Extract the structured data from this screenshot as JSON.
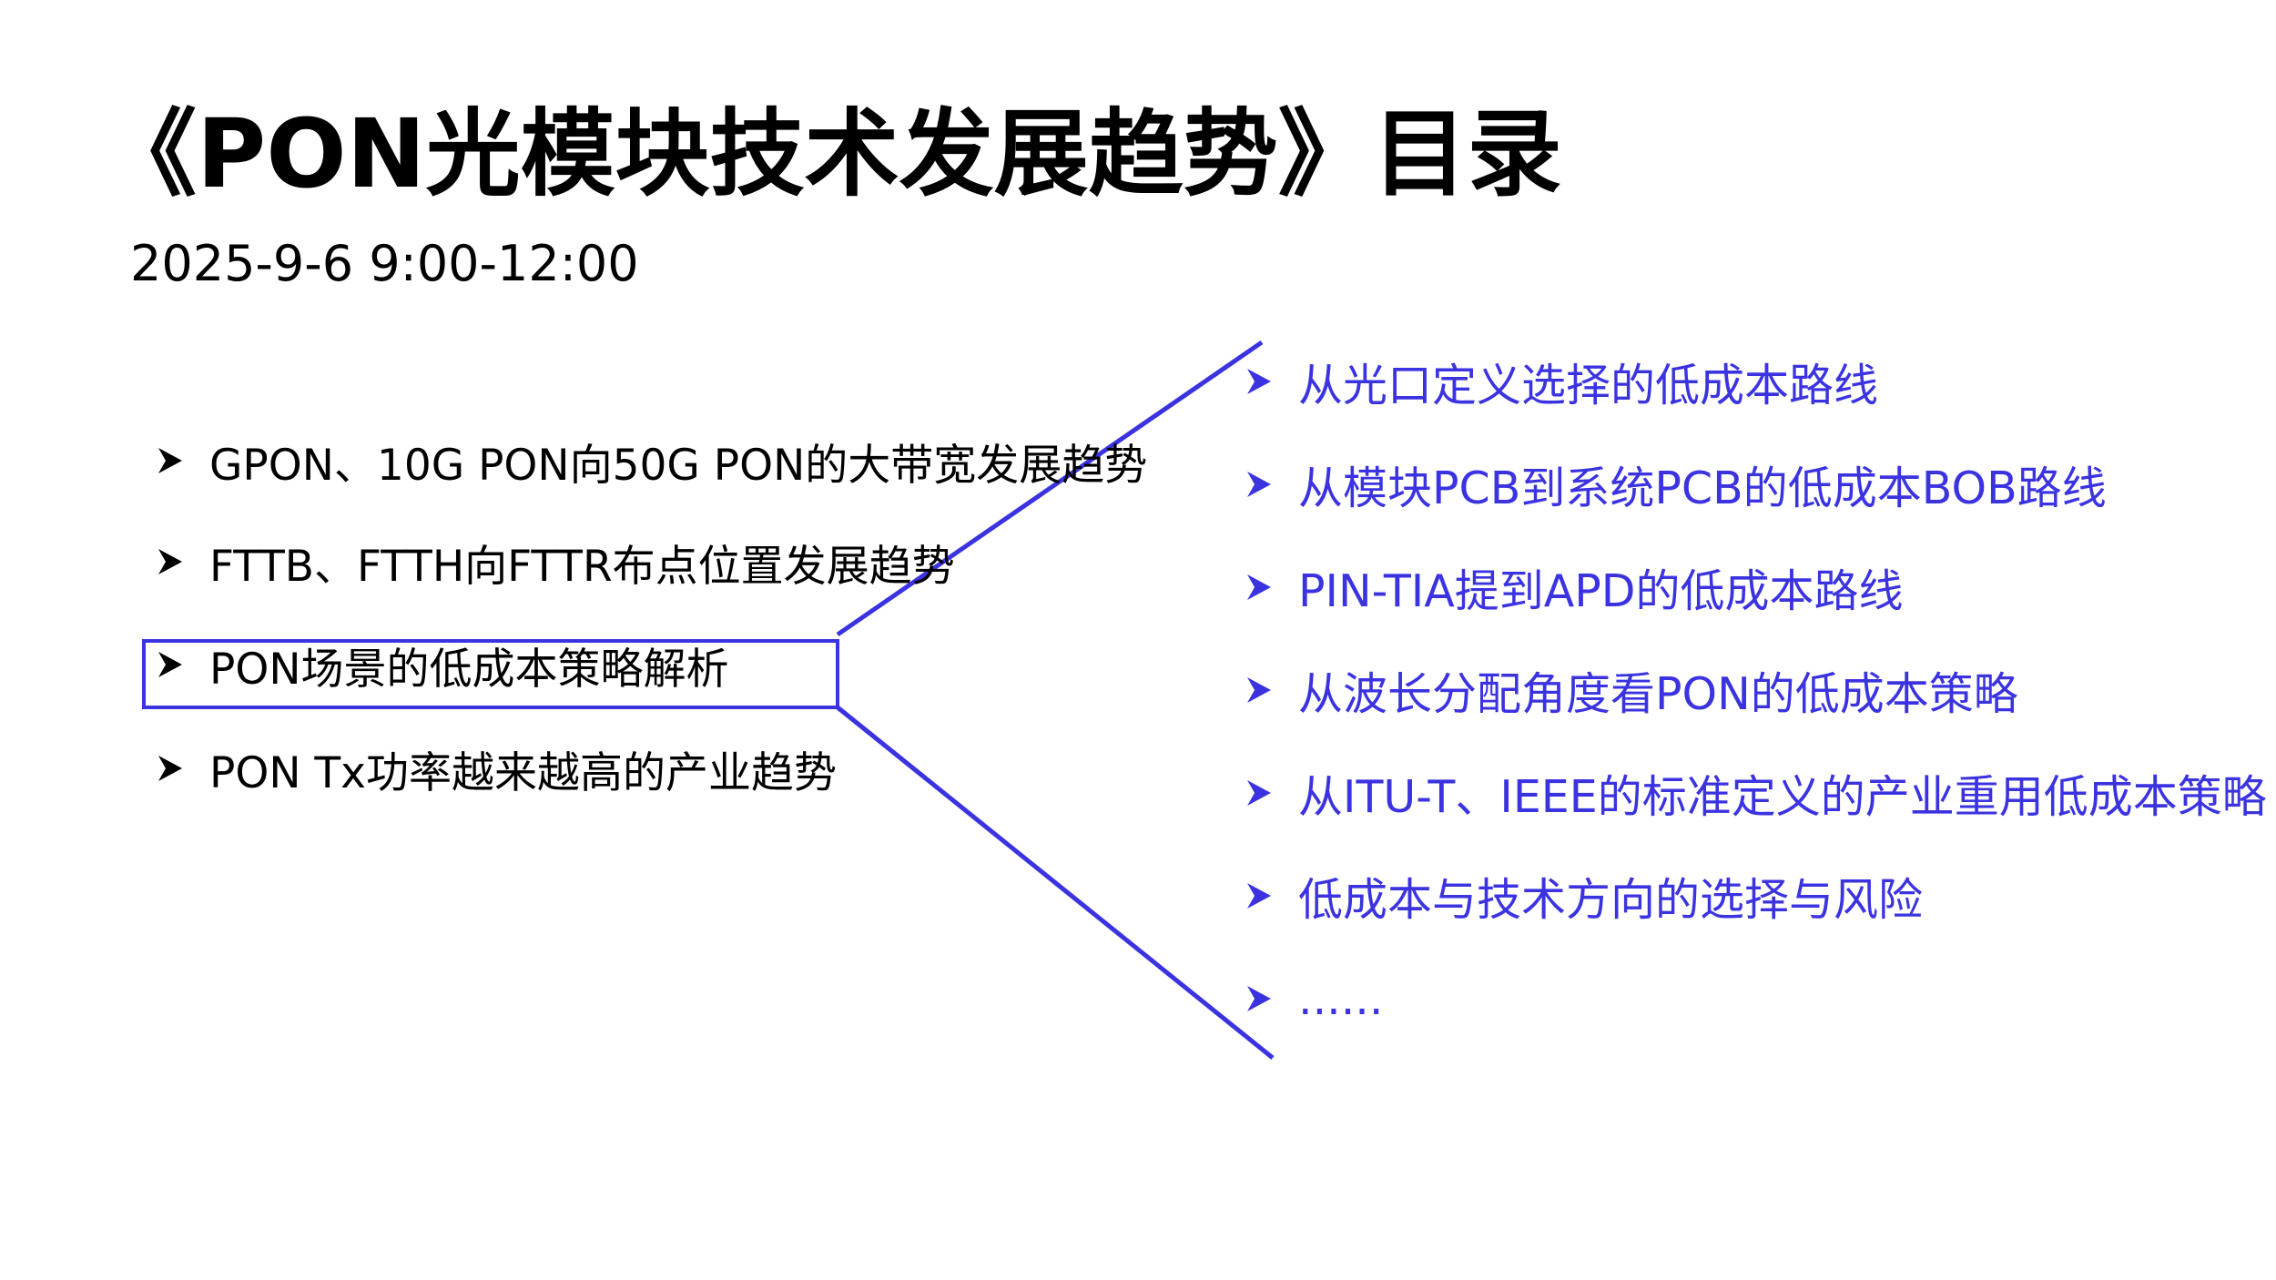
{
  "title": "《PON光模块技术发展趋势》目录",
  "subtitle": "2025-9-6 9:00-12:00",
  "accent_color": "#3b33e0",
  "bullet_icon": "arrowhead-bullet-icon",
  "left_items": [
    "GPON、10G PON向50G PON的大带宽发展趋势",
    "FTTB、FTTH向FTTR布点位置发展趋势",
    "PON场景的低成本策略解析",
    "PON Tx功率越来越高的产业趋势"
  ],
  "right_items": [
    "从光口定义选择的低成本路线",
    "从模块PCB到系统PCB的低成本BOB路线",
    "PIN-TIA提到APD的低成本路线",
    "从波长分配角度看PON的低成本策略",
    "从ITU-T、IEEE的标准定义的产业重用低成本策略",
    "低成本与技术方向的选择与风险",
    "......"
  ]
}
